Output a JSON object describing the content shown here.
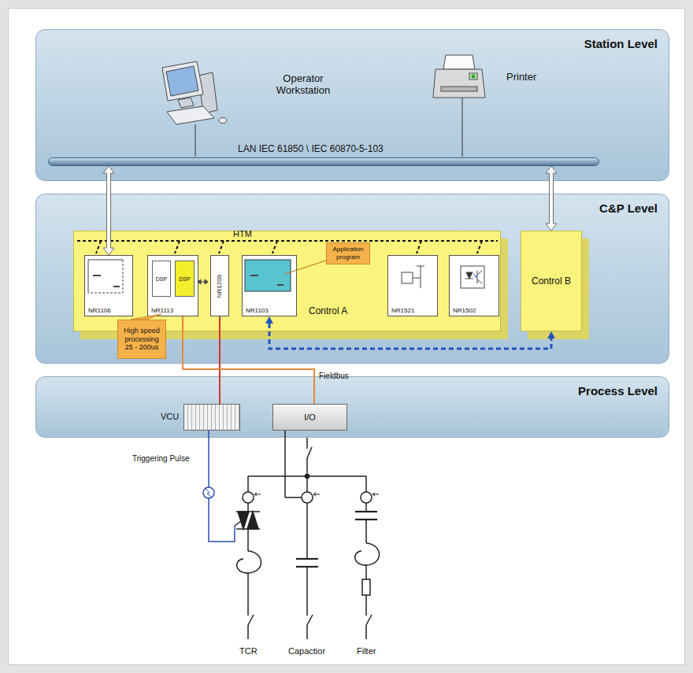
{
  "diagram": {
    "nodes": [
      {
        "text": [
          "Station Level"
        ]
      },
      {
        "text": [
          "LAN IEC 61850 \\ IEC 60870-5-103"
        ],
        "in": 0
      },
      {
        "text": [
          "C&P Level"
        ]
      },
      {
        "text": [
          "Control A"
        ],
        "in": 2
      },
      {
        "text": [
          "NR1106"
        ],
        "in": 3
      },
      {
        "text": [
          "NR1113"
        ],
        "in": 3
      },
      {
        "text": [
          "DSP"
        ],
        "in": 5
      },
      {
        "text": [
          "DSP"
        ],
        "in": 5
      },
      {
        "text": [
          "NR1209"
        ],
        "in": 3
      },
      {
        "text": [
          "NR1103"
        ],
        "in": 3
      },
      {
        "text": [
          "Application program"
        ],
        "in": 3
      },
      {
        "text": [
          "NR1521"
        ],
        "in": 3
      },
      {
        "text": [
          "NR1502"
        ],
        "in": 3
      },
      {
        "text": [
          "High speed processing 25 - 200us"
        ],
        "in": 2
      },
      {
        "text": [
          "Control B"
        ],
        "in": 2
      },
      {
        "text": [
          "Process Level"
        ]
      },
      {
        "text": [
          "VCU"
        ],
        "in": 15
      },
      {
        "text": [
          "I/O"
        ],
        "in": 15
      }
    ],
    "edges": [
      {
        "from": 4,
        "to": 1,
        "arrow": "both"
      },
      {
        "from": 14,
        "to": 1,
        "arrow": "both"
      },
      {
        "from": 9,
        "to": 14,
        "arrow": "both"
      },
      {
        "from": 8,
        "to": 16,
        "arrow": "none"
      },
      {
        "from": 5,
        "to": 17,
        "arrow": "none",
        "label": "Fieldbus"
      }
    ],
    "labels": [
      "HTM",
      "Operator Workstation",
      "Printer",
      "Triggering Pulse",
      "TCR",
      "Capactior",
      "Filter"
    ]
  }
}
